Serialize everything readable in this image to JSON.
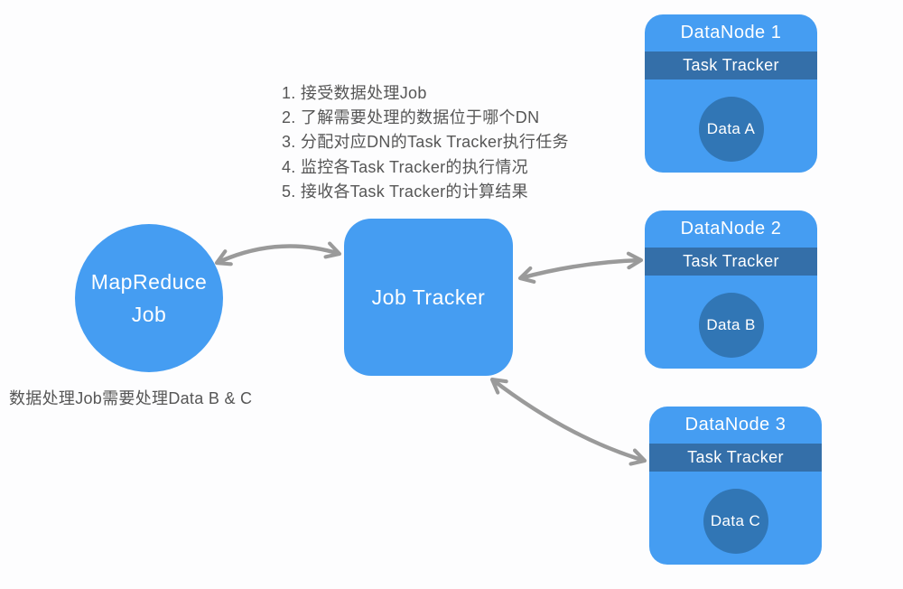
{
  "diagram": {
    "client": {
      "label_lines": [
        "MapReduce",
        "Job"
      ]
    },
    "job_tracker": {
      "label": "Job Tracker"
    },
    "notes": {
      "items": [
        "1. 接受数据处理Job",
        "2. 了解需要处理的数据位于哪个DN",
        "3. 分配对应DN的Task Tracker执行任务",
        "4. 监控各Task Tracker的执行情况",
        "5. 接收各Task Tracker的计算结果"
      ]
    },
    "caption": "数据处理Job需要处理Data B & C",
    "datanodes": [
      {
        "title": "DataNode 1",
        "band": "Task Tracker",
        "data_label": "Data A"
      },
      {
        "title": "DataNode 2",
        "band": "Task Tracker",
        "data_label": "Data B"
      },
      {
        "title": "DataNode 3",
        "band": "Task Tracker",
        "data_label": "Data C"
      }
    ],
    "connections": [
      {
        "from": "mapreduce-job",
        "to": "job-tracker",
        "bidirectional": true
      },
      {
        "from": "job-tracker",
        "to": "datanode-2-task-tracker",
        "bidirectional": true
      },
      {
        "from": "job-tracker",
        "to": "datanode-3-task-tracker",
        "bidirectional": true
      }
    ],
    "colors": {
      "node_blue": "#459df2",
      "band_blue": "#346fa9",
      "data_circle_blue": "#3176b5",
      "arrow_gray": "#9a9a9a",
      "text_gray": "#565656",
      "node_text": "#ffffff",
      "background": "#fdfdfe"
    }
  }
}
